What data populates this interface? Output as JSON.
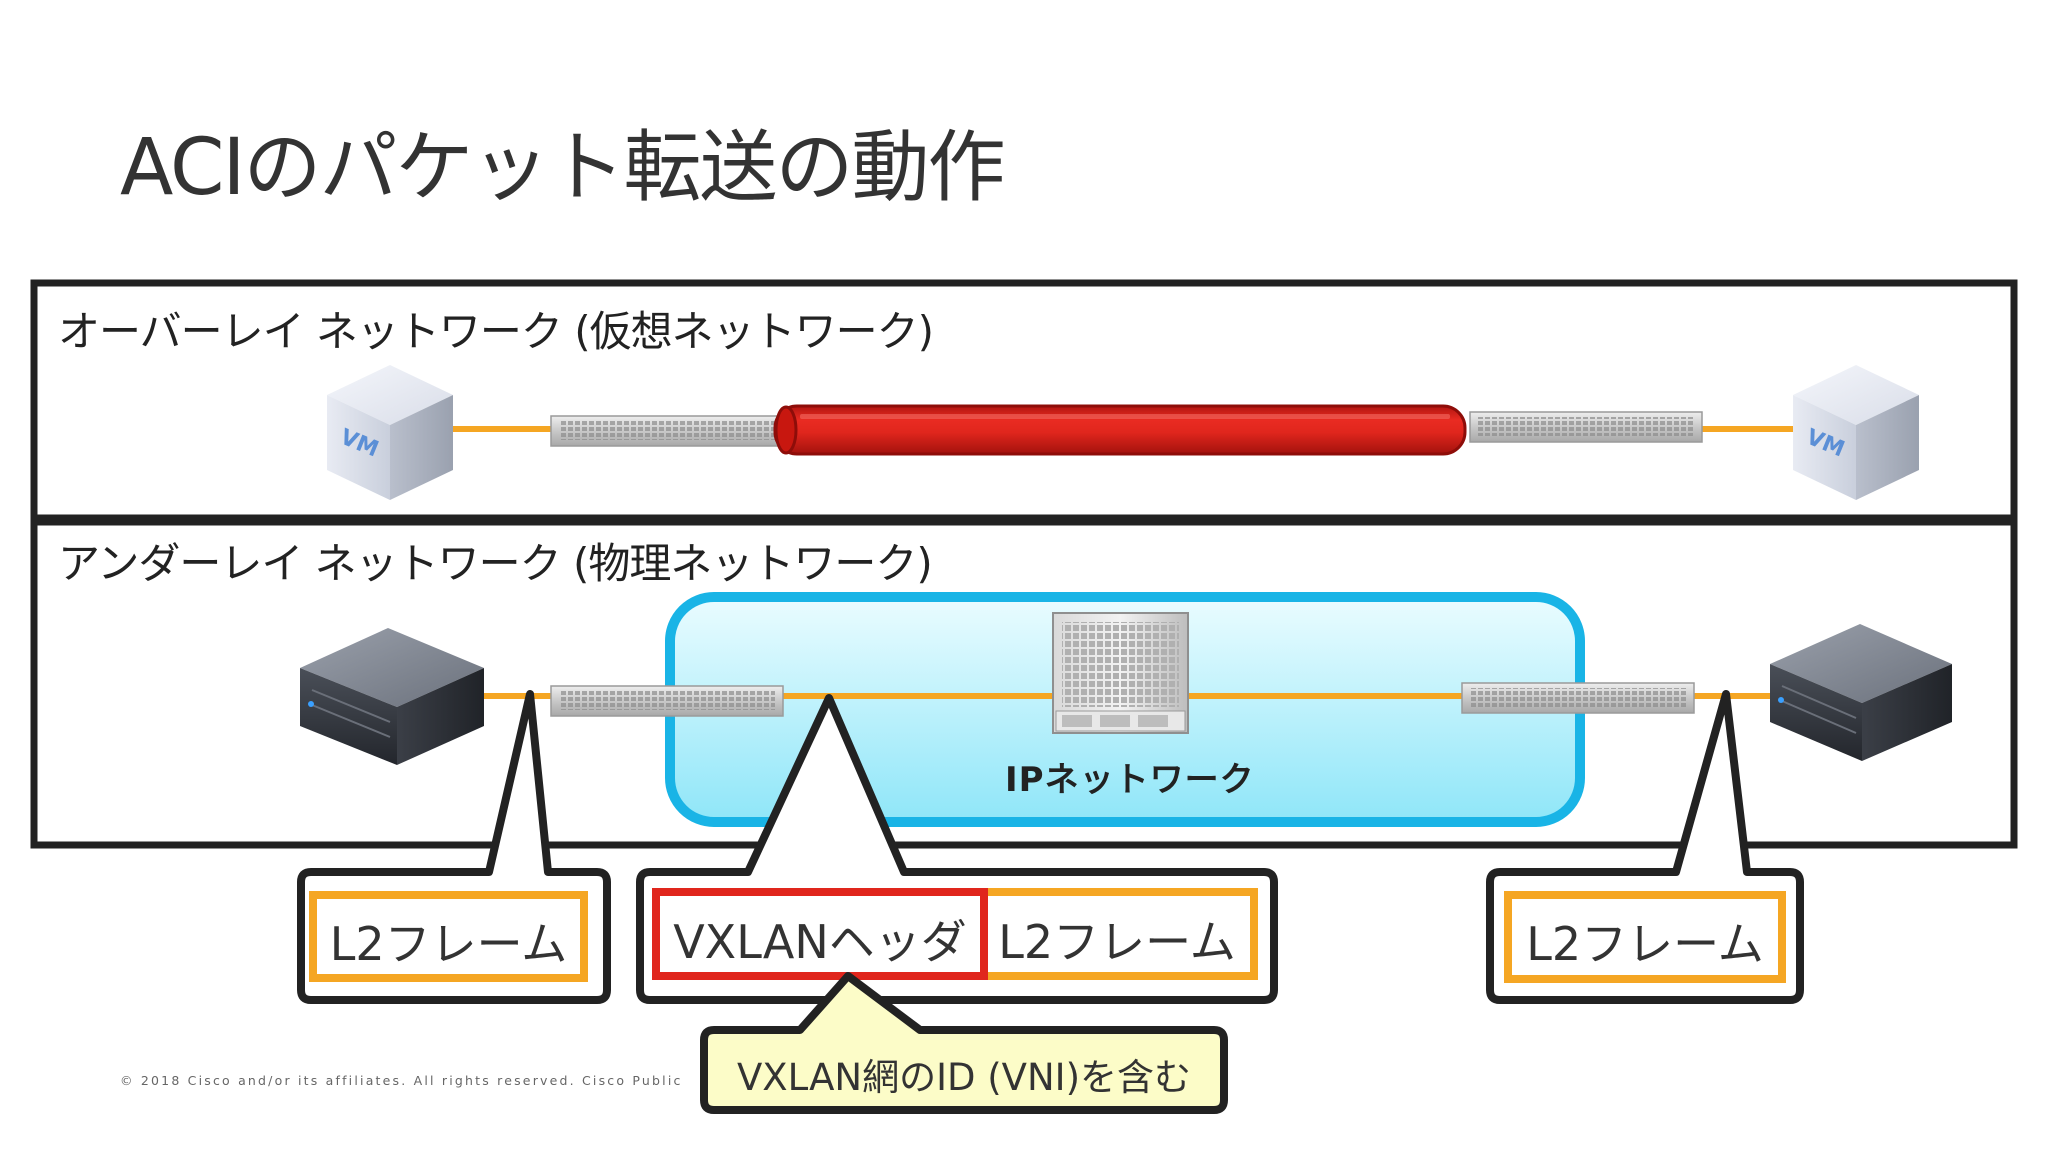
{
  "title": "ACIのパケット転送の動作",
  "overlay": {
    "label": "オーバーレイ ネットワーク (仮想ネットワーク)",
    "vm_badge": "VM"
  },
  "underlay": {
    "label": "アンダーレイ ネットワーク (物理ネットワーク)",
    "ip_network_label": "IPネットワーク"
  },
  "frames": {
    "left": "L2フレーム",
    "middle_header": "VXLANヘッダ",
    "middle_payload": "L2フレーム",
    "right": "L2フレーム"
  },
  "vni_note": "VXLAN網のID (VNI)を含む",
  "copyright": "© 2018 Cisco and/or its affiliates. All rights reserved.   Cisco Public",
  "colors": {
    "link": "#f5a623",
    "tunnel": "#e0261d",
    "ip_cloud_border": "#19b4e6",
    "ip_cloud_fill": "#c9f2fb",
    "frame_border": "#f5a623",
    "header_border": "#e0261d",
    "note_fill": "#fcfcc8"
  }
}
